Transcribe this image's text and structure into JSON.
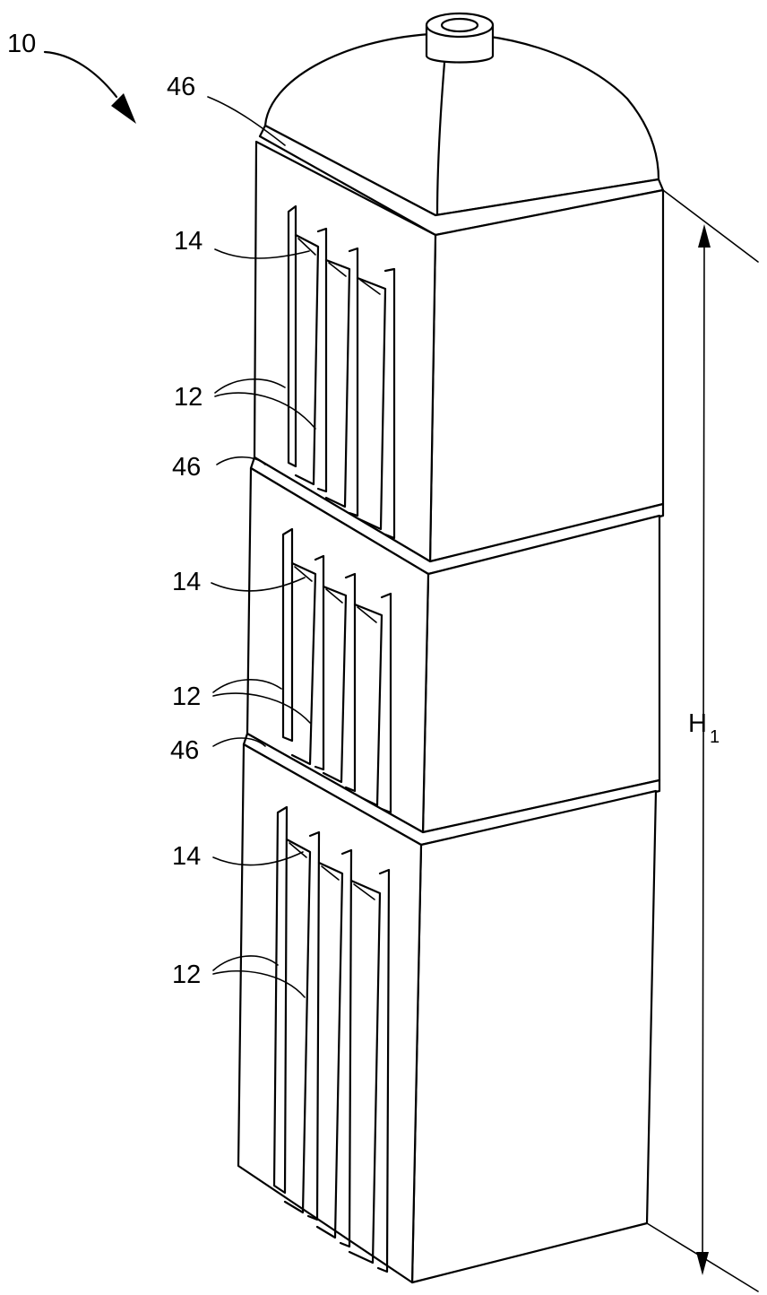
{
  "figure": {
    "labels": {
      "assembly": "10",
      "seal_top": "46",
      "seal_mid1": "46",
      "seal_mid2": "46",
      "tab_top": "14",
      "tab_mid": "14",
      "tab_bot": "14",
      "plates_top": "12",
      "plates_mid": "12",
      "plates_bot": "12",
      "height_main": "H",
      "height_sub": "1"
    }
  }
}
